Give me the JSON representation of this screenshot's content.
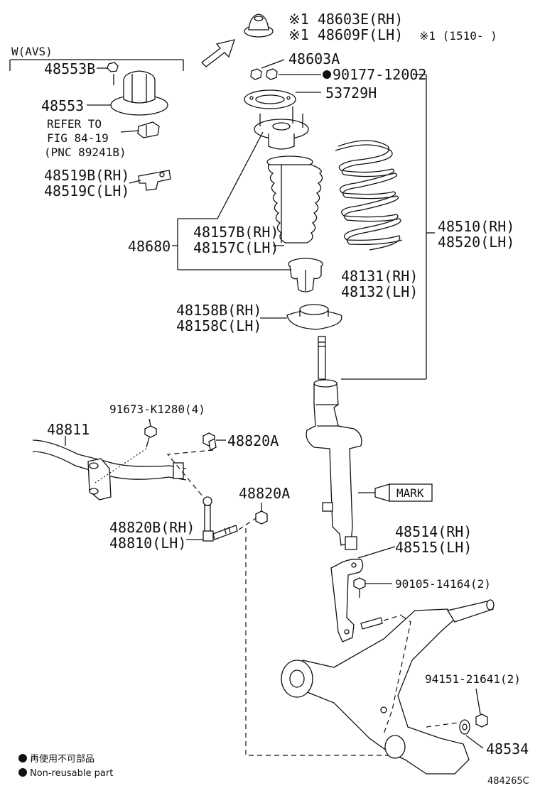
{
  "labels": {
    "p48603e": "※1 48603E(RH)",
    "p48609f": "※1 48609F(LH)",
    "note1": "※1 (1510-     )",
    "wavs": "W(AVS)",
    "p48553b": "48553B",
    "p48603a": "48603A",
    "p90177": "90177-12002",
    "p53729h": "53729H",
    "p48553": "48553",
    "refer1": "REFER TO",
    "refer2": "FIG 84-19",
    "refer3": "(PNC 89241B)",
    "p48519b": "48519B(RH)",
    "p48519c": "48519C(LH)",
    "p48510": "48510(RH)",
    "p48520": "48520(LH)",
    "p48680": "48680",
    "p48157b": "48157B(RH)",
    "p48157c": "48157C(LH)",
    "p48131": "48131(RH)",
    "p48132": "48132(LH)",
    "p48158b": "48158B(RH)",
    "p48158c": "48158C(LH)",
    "p91673": "91673-K1280(4)",
    "p48811": "48811",
    "p48820a_1": "48820A",
    "p48820a_2": "48820A",
    "mark": "MARK",
    "p48820b": "48820B(RH)",
    "p48810": "48810(LH)",
    "p48514": "48514(RH)",
    "p48515": "48515(LH)",
    "p90105": "90105-14164(2)",
    "p94151": "94151-21641(2)",
    "p48534": "48534",
    "legend_jp": "再使用不可部品",
    "legend_en": "Non-reusable part",
    "fig_id": "484265C"
  }
}
